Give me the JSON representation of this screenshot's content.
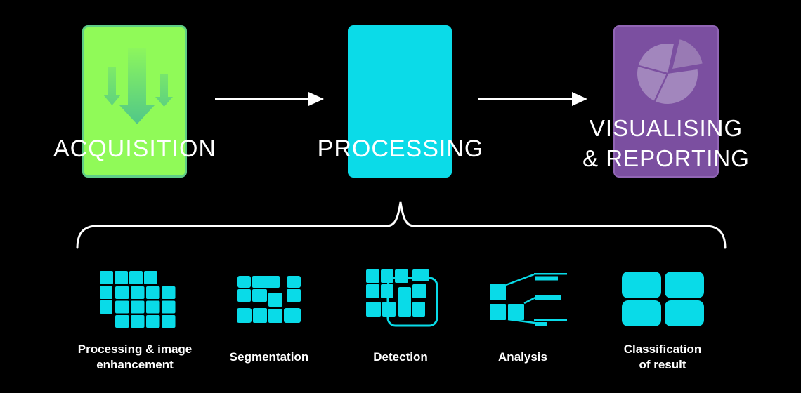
{
  "diagram": {
    "stages": [
      {
        "label": "ACQUISITION",
        "icon": "download-arrows-icon",
        "color": "#90fa58"
      },
      {
        "label": "PROCESSING",
        "icon": "none",
        "color": "#0bdbe8"
      },
      {
        "label_line1": "VISUALISING",
        "label_line2": "& REPORTING",
        "icon": "pie-chart-icon",
        "color": "#7b4fa0"
      }
    ],
    "substeps": [
      {
        "line1": "Processing & image",
        "line2": "enhancement",
        "icon": "overlapping-image-grids-icon"
      },
      {
        "line1": "Segmentation",
        "line2": "",
        "icon": "mosaic-tiles-icon"
      },
      {
        "line1": "Detection",
        "line2": "",
        "icon": "grid-detection-frame-icon"
      },
      {
        "line1": "Analysis",
        "line2": "",
        "icon": "callout-annotations-icon"
      },
      {
        "line1": "Classification",
        "line2": "of result",
        "icon": "four-result-tiles-icon"
      }
    ],
    "colors": {
      "background": "#000000",
      "accent_cyan": "#09dbe8",
      "acquisition_fill": "#90fa58",
      "acquisition_border": "#5ecc86",
      "visualising_fill": "#7b4fa0",
      "connector_white": "#ffffff"
    }
  }
}
